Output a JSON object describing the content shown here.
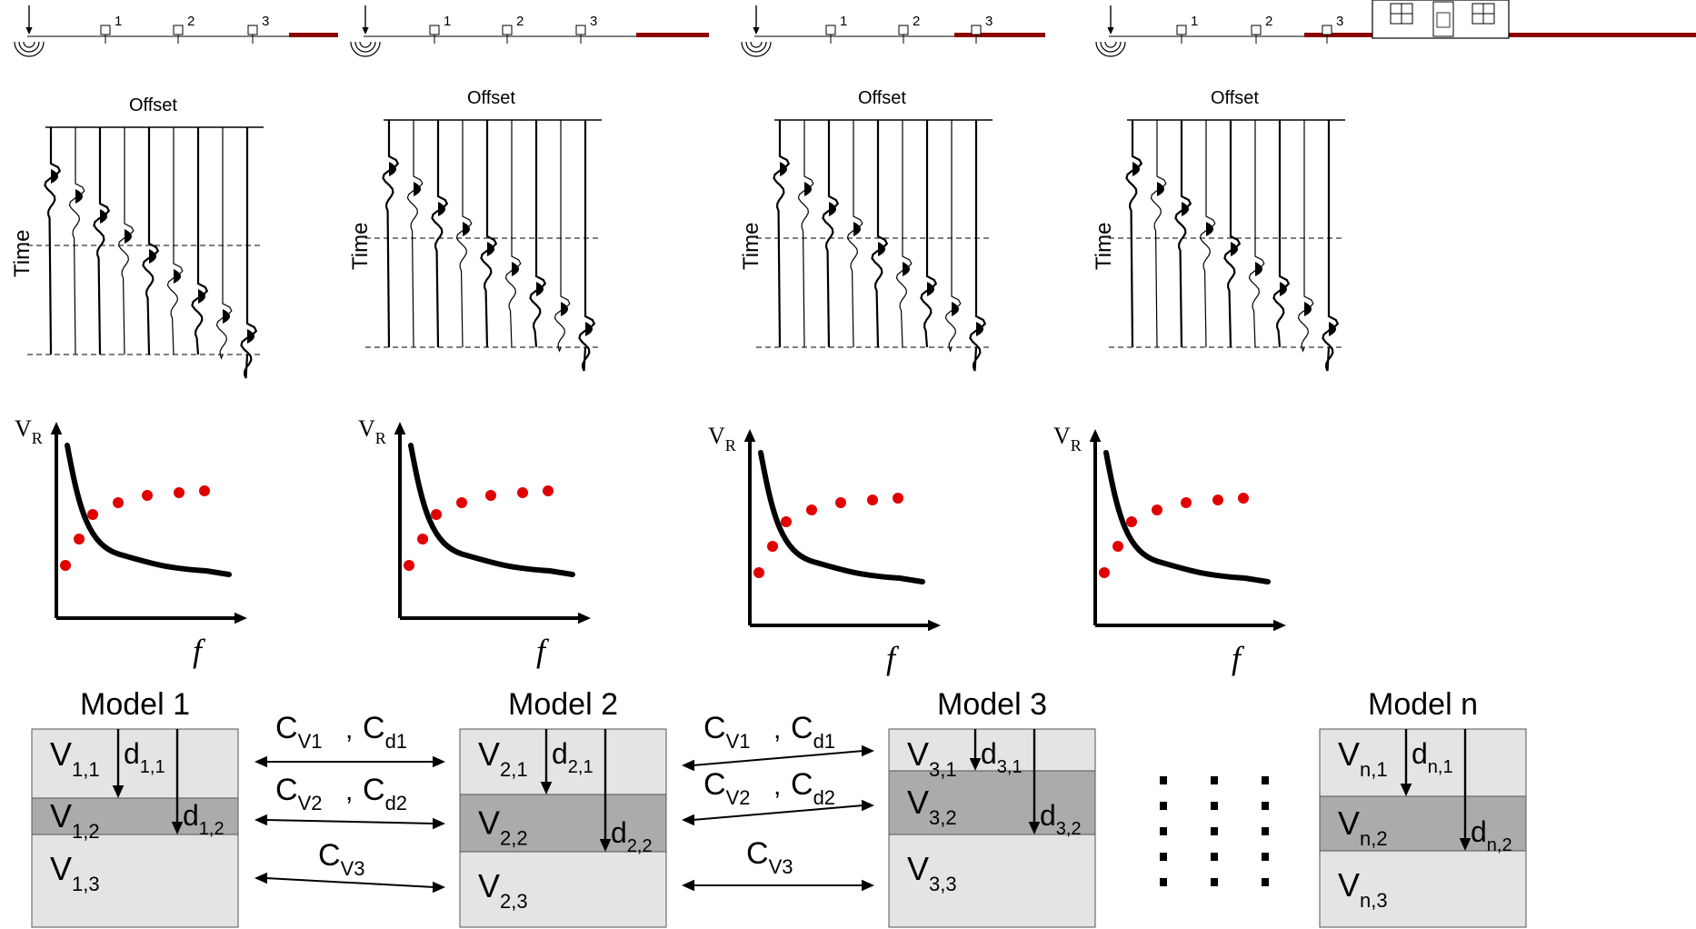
{
  "colors": {
    "profile_bar": "#8b0000",
    "pick_points": "#e00000",
    "curve": "#000000",
    "layer_light": "#e4e4e4",
    "layer_dark": "#ababab"
  },
  "icons": {
    "source": "seismic-source-icon",
    "geophone": "geophone-icon",
    "house": "house-icon"
  },
  "geophone_labels": [
    "1",
    "2",
    "3"
  ],
  "seismogram": {
    "offset_label": "Offset",
    "time_label": "Time",
    "trace_count": 9
  },
  "dispersion": {
    "ylabel_main": "V",
    "ylabel_sub": "R",
    "xlabel": "f",
    "points_shown": 7
  },
  "models": [
    {
      "title": "Model 1",
      "layers": [
        {
          "main": "V",
          "sub": "1,1"
        },
        {
          "main": "V",
          "sub": "1,2"
        },
        {
          "main": "V",
          "sub": "1,3"
        }
      ],
      "depths": [
        {
          "main": "d",
          "sub": "1,1"
        },
        {
          "main": "d",
          "sub": "1,2"
        }
      ]
    },
    {
      "title": "Model 2",
      "layers": [
        {
          "main": "V",
          "sub": "2,1"
        },
        {
          "main": "V",
          "sub": "2,2"
        },
        {
          "main": "V",
          "sub": "2,3"
        }
      ],
      "depths": [
        {
          "main": "d",
          "sub": "2,1"
        },
        {
          "main": "d",
          "sub": "2,2"
        }
      ]
    },
    {
      "title": "Model 3",
      "layers": [
        {
          "main": "V",
          "sub": "3,1"
        },
        {
          "main": "V",
          "sub": "3,2"
        },
        {
          "main": "V",
          "sub": "3,3"
        }
      ],
      "depths": [
        {
          "main": "d",
          "sub": "3,1"
        },
        {
          "main": "d",
          "sub": "3,2"
        }
      ]
    },
    {
      "title": "Model n",
      "layers": [
        {
          "main": "V",
          "sub": "n,1"
        },
        {
          "main": "V",
          "sub": "n,2"
        },
        {
          "main": "V",
          "sub": "n,3"
        }
      ],
      "depths": [
        {
          "main": "d",
          "sub": "n,1"
        },
        {
          "main": "d",
          "sub": "n,2"
        }
      ]
    }
  ],
  "constraints": [
    [
      {
        "a": {
          "main": "C",
          "sub": "V1"
        },
        "sep": ", ",
        "b": {
          "main": "C",
          "sub": "d1"
        }
      },
      {
        "a": {
          "main": "C",
          "sub": "V2"
        },
        "sep": ", ",
        "b": {
          "main": "C",
          "sub": "d2"
        }
      },
      {
        "a": {
          "main": "C",
          "sub": "V3"
        }
      }
    ],
    [
      {
        "a": {
          "main": "C",
          "sub": "V1"
        },
        "sep": ", ",
        "b": {
          "main": "C",
          "sub": "d1"
        }
      },
      {
        "a": {
          "main": "C",
          "sub": "V2"
        },
        "sep": ", ",
        "b": {
          "main": "C",
          "sub": "d2"
        }
      },
      {
        "a": {
          "main": "C",
          "sub": "V3"
        }
      }
    ]
  ],
  "ellipsis_columns": 3,
  "ellipsis_rows": 5
}
